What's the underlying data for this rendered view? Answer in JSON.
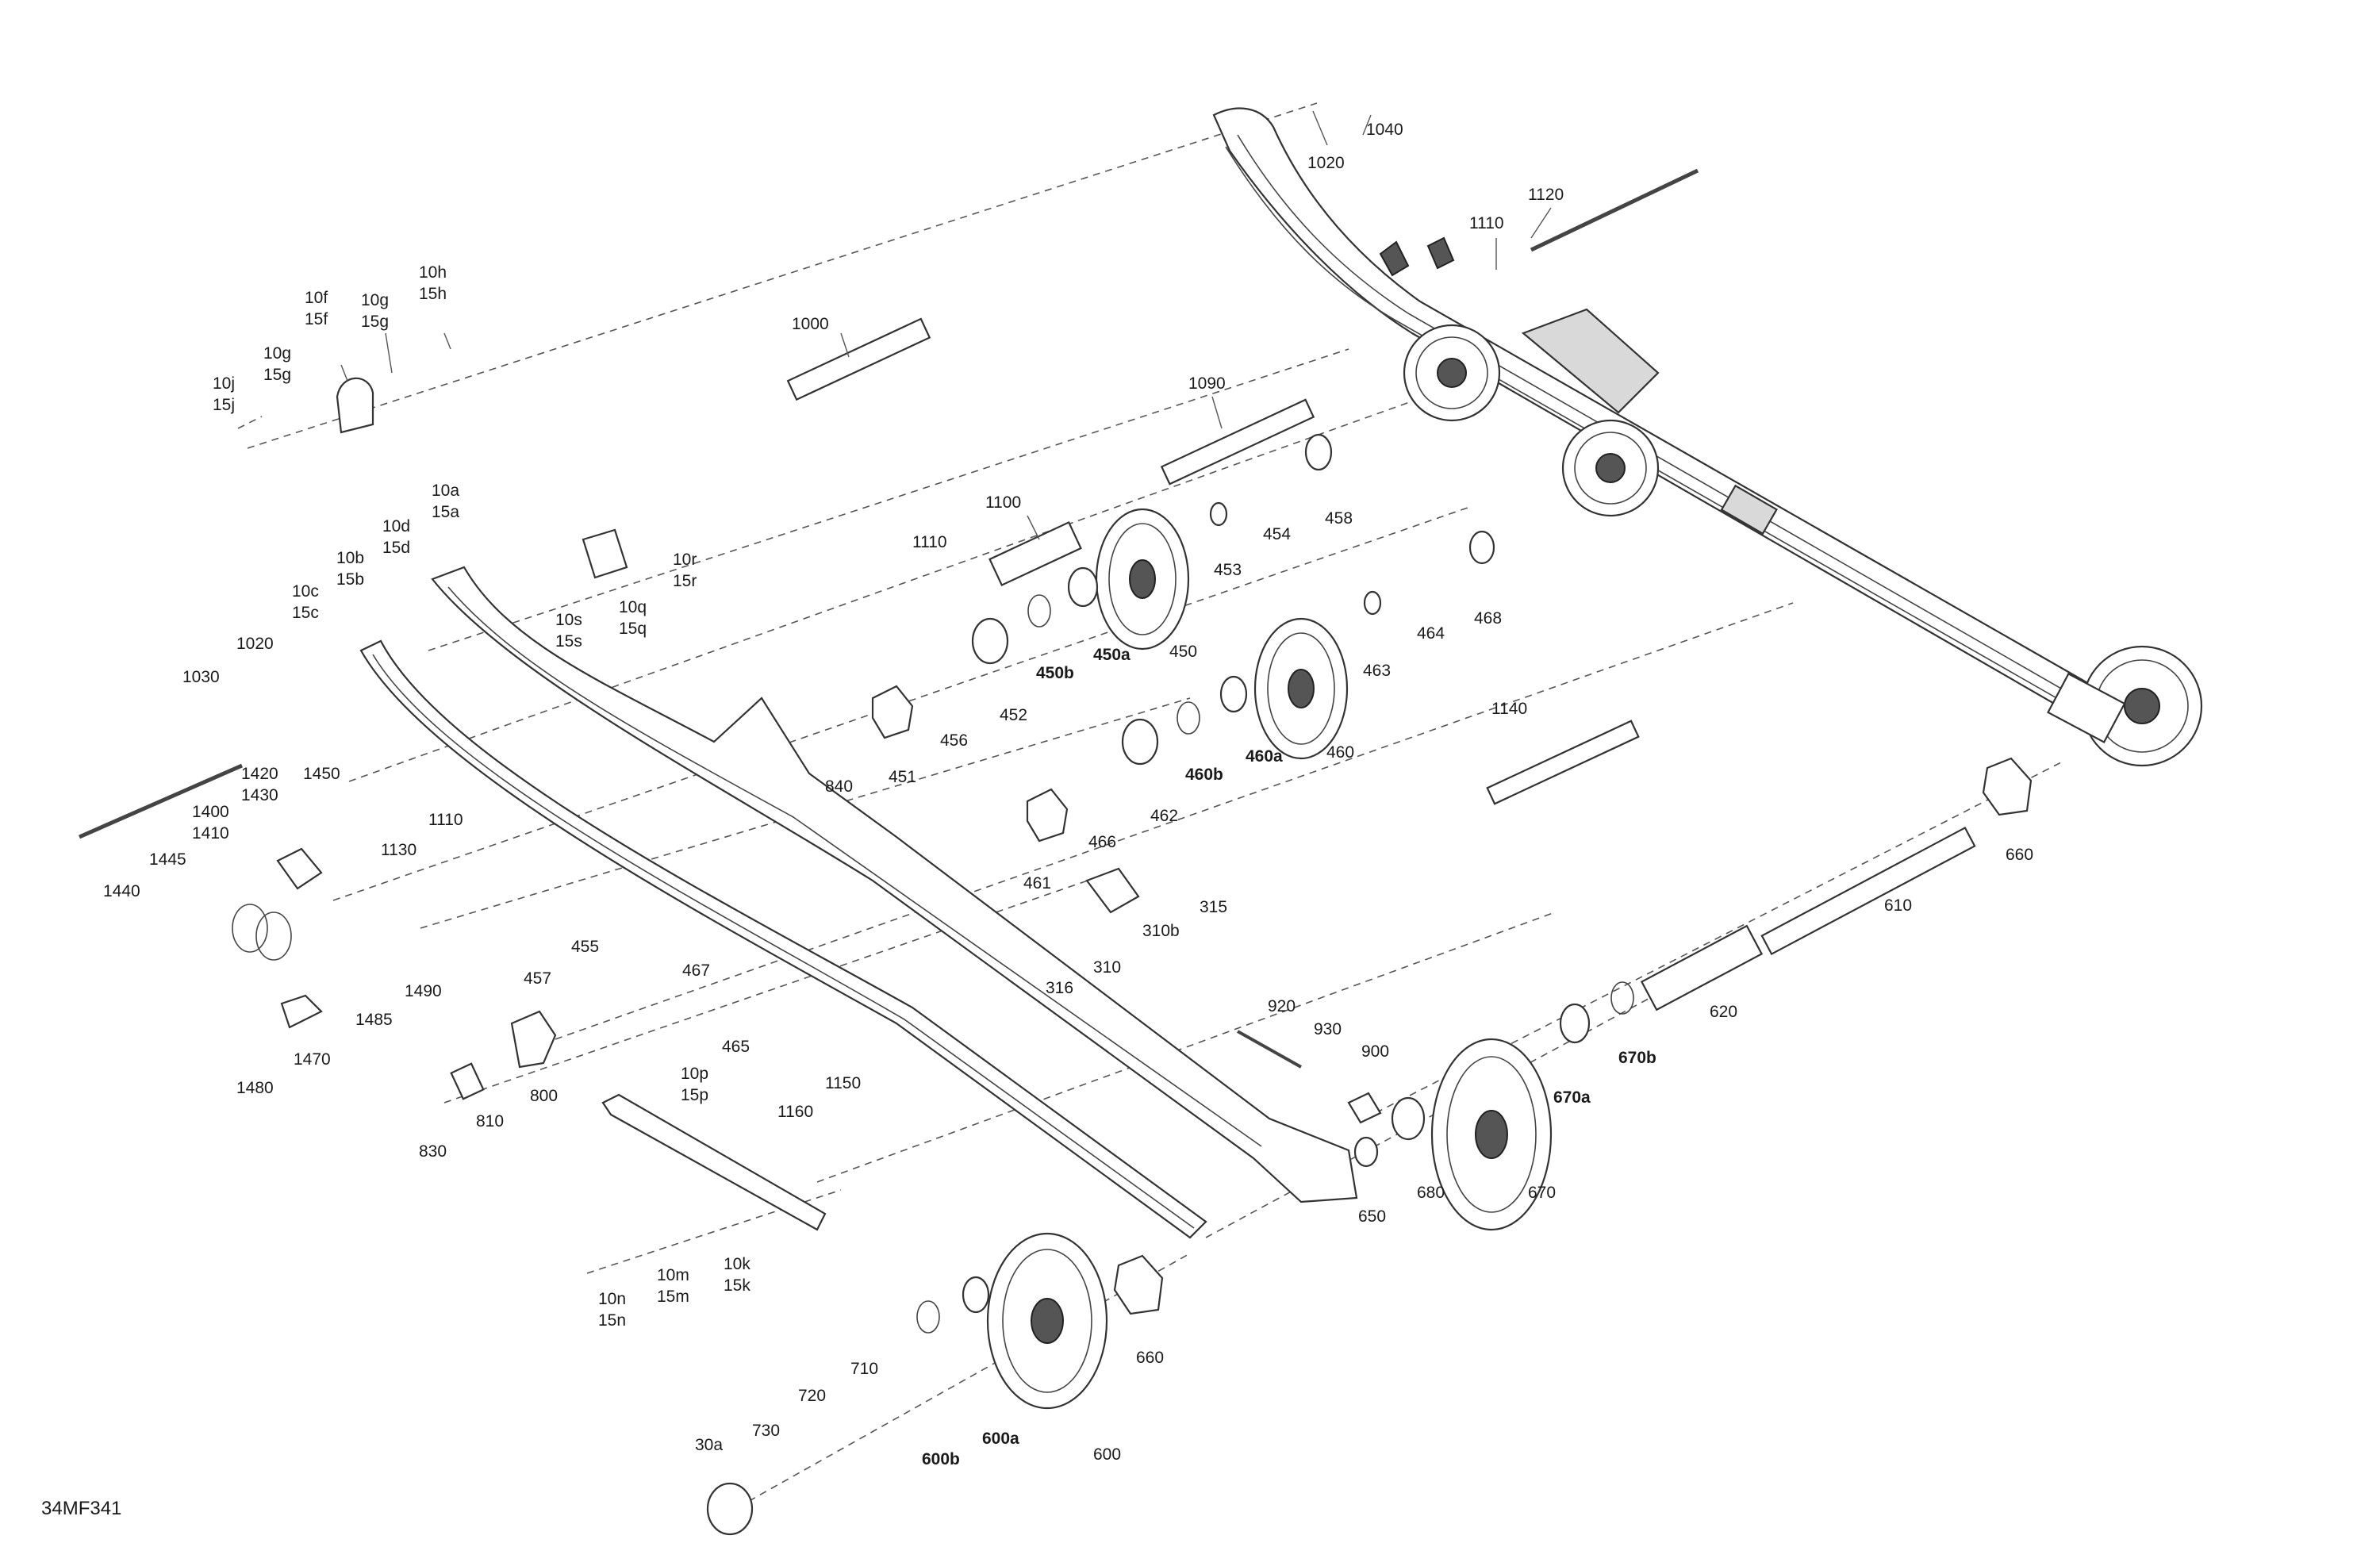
{
  "drawing": {
    "reference_id": "34MF341"
  },
  "callouts": [
    {
      "id": "1040",
      "lines": [
        "1040"
      ]
    },
    {
      "id": "1020-top",
      "lines": [
        "1020"
      ]
    },
    {
      "id": "1120",
      "lines": [
        "1120"
      ]
    },
    {
      "id": "1110-top",
      "lines": [
        "1110"
      ]
    },
    {
      "id": "10h",
      "lines": [
        "10h",
        "15h"
      ]
    },
    {
      "id": "10f",
      "lines": [
        "10f",
        "15f"
      ]
    },
    {
      "id": "10g-right",
      "lines": [
        "10g",
        "15g"
      ]
    },
    {
      "id": "10g-left",
      "lines": [
        "10g",
        "15g"
      ]
    },
    {
      "id": "10j",
      "lines": [
        "10j",
        "15j"
      ]
    },
    {
      "id": "1000",
      "lines": [
        "1000"
      ]
    },
    {
      "id": "1090",
      "lines": [
        "1090"
      ]
    },
    {
      "id": "10a",
      "lines": [
        "10a",
        "15a"
      ]
    },
    {
      "id": "10d",
      "lines": [
        "10d",
        "15d"
      ]
    },
    {
      "id": "10b",
      "lines": [
        "10b",
        "15b"
      ]
    },
    {
      "id": "10c",
      "lines": [
        "10c",
        "15c"
      ]
    },
    {
      "id": "1020-left",
      "lines": [
        "1020"
      ]
    },
    {
      "id": "1030",
      "lines": [
        "1030"
      ]
    },
    {
      "id": "10r",
      "lines": [
        "10r",
        "15r"
      ]
    },
    {
      "id": "10s",
      "lines": [
        "10s",
        "15s"
      ]
    },
    {
      "id": "10q",
      "lines": [
        "10q",
        "15q"
      ]
    },
    {
      "id": "1100",
      "lines": [
        "1100"
      ]
    },
    {
      "id": "1110-mid",
      "lines": [
        "1110"
      ]
    },
    {
      "id": "454",
      "lines": [
        "454"
      ]
    },
    {
      "id": "458",
      "lines": [
        "458"
      ]
    },
    {
      "id": "453",
      "lines": [
        "453"
      ]
    },
    {
      "id": "450",
      "lines": [
        "450"
      ]
    },
    {
      "id": "450a",
      "lines": [
        "450a"
      ],
      "bold": true
    },
    {
      "id": "450b",
      "lines": [
        "450b"
      ],
      "bold": true
    },
    {
      "id": "452",
      "lines": [
        "452"
      ]
    },
    {
      "id": "451",
      "lines": [
        "451"
      ]
    },
    {
      "id": "456",
      "lines": [
        "456"
      ]
    },
    {
      "id": "464",
      "lines": [
        "464"
      ]
    },
    {
      "id": "468",
      "lines": [
        "468"
      ]
    },
    {
      "id": "463",
      "lines": [
        "463"
      ]
    },
    {
      "id": "460",
      "lines": [
        "460"
      ]
    },
    {
      "id": "460a",
      "lines": [
        "460a"
      ],
      "bold": true
    },
    {
      "id": "460b",
      "lines": [
        "460b"
      ],
      "bold": true
    },
    {
      "id": "462",
      "lines": [
        "462"
      ]
    },
    {
      "id": "466",
      "lines": [
        "466"
      ]
    },
    {
      "id": "461",
      "lines": [
        "461"
      ]
    },
    {
      "id": "840",
      "lines": [
        "840"
      ]
    },
    {
      "id": "1140",
      "lines": [
        "1140"
      ]
    },
    {
      "id": "660-right",
      "lines": [
        "660"
      ]
    },
    {
      "id": "610",
      "lines": [
        "610"
      ]
    },
    {
      "id": "620",
      "lines": [
        "620"
      ]
    },
    {
      "id": "670b",
      "lines": [
        "670b"
      ],
      "bold": true
    },
    {
      "id": "670a",
      "lines": [
        "670a"
      ],
      "bold": true
    },
    {
      "id": "670",
      "lines": [
        "670"
      ]
    },
    {
      "id": "680",
      "lines": [
        "680"
      ]
    },
    {
      "id": "650",
      "lines": [
        "650"
      ]
    },
    {
      "id": "900",
      "lines": [
        "900"
      ]
    },
    {
      "id": "930",
      "lines": [
        "930"
      ]
    },
    {
      "id": "920",
      "lines": [
        "920"
      ]
    },
    {
      "id": "315",
      "lines": [
        "315"
      ]
    },
    {
      "id": "310b",
      "lines": [
        "310b"
      ]
    },
    {
      "id": "310",
      "lines": [
        "310"
      ]
    },
    {
      "id": "316",
      "lines": [
        "316"
      ]
    },
    {
      "id": "1420",
      "lines": [
        "1420",
        "1430"
      ]
    },
    {
      "id": "1450",
      "lines": [
        "1450"
      ]
    },
    {
      "id": "1400",
      "lines": [
        "1400",
        "1410"
      ]
    },
    {
      "id": "1445",
      "lines": [
        "1445"
      ]
    },
    {
      "id": "1440",
      "lines": [
        "1440"
      ]
    },
    {
      "id": "1130",
      "lines": [
        "1130"
      ]
    },
    {
      "id": "1110-low",
      "lines": [
        "1110"
      ]
    },
    {
      "id": "455",
      "lines": [
        "455"
      ]
    },
    {
      "id": "457",
      "lines": [
        "457"
      ]
    },
    {
      "id": "1490",
      "lines": [
        "1490"
      ]
    },
    {
      "id": "1485",
      "lines": [
        "1485"
      ]
    },
    {
      "id": "1470",
      "lines": [
        "1470"
      ]
    },
    {
      "id": "1480",
      "lines": [
        "1480"
      ]
    },
    {
      "id": "467",
      "lines": [
        "467"
      ]
    },
    {
      "id": "465",
      "lines": [
        "465"
      ]
    },
    {
      "id": "800",
      "lines": [
        "800"
      ]
    },
    {
      "id": "810",
      "lines": [
        "810"
      ]
    },
    {
      "id": "830",
      "lines": [
        "830"
      ]
    },
    {
      "id": "10p",
      "lines": [
        "10p",
        "15p"
      ]
    },
    {
      "id": "1160",
      "lines": [
        "1160"
      ]
    },
    {
      "id": "1150",
      "lines": [
        "1150"
      ]
    },
    {
      "id": "10k",
      "lines": [
        "10k",
        "15k"
      ]
    },
    {
      "id": "10m",
      "lines": [
        "10m",
        "15m"
      ]
    },
    {
      "id": "10n",
      "lines": [
        "10n",
        "15n"
      ]
    },
    {
      "id": "660-low",
      "lines": [
        "660"
      ]
    },
    {
      "id": "600",
      "lines": [
        "600"
      ]
    },
    {
      "id": "600a",
      "lines": [
        "600a"
      ],
      "bold": true
    },
    {
      "id": "600b",
      "lines": [
        "600b"
      ],
      "bold": true
    },
    {
      "id": "710",
      "lines": [
        "710"
      ]
    },
    {
      "id": "720",
      "lines": [
        "720"
      ]
    },
    {
      "id": "730",
      "lines": [
        "730"
      ]
    },
    {
      "id": "30a",
      "lines": [
        "30a"
      ]
    }
  ]
}
